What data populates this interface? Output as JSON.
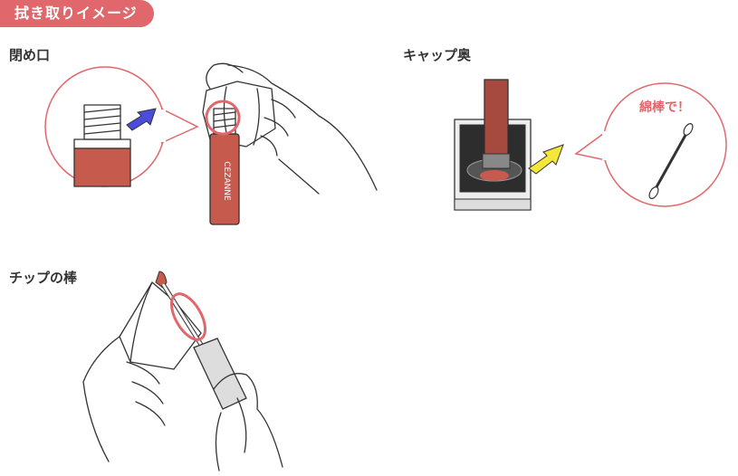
{
  "header": {
    "badge": "拭き取りイメージ"
  },
  "sections": [
    {
      "label": "閉め口"
    },
    {
      "label": "キャップ奥",
      "callout": "綿棒で！"
    },
    {
      "label": "チップの棒"
    }
  ],
  "brand_text": "CEZANNE",
  "colors": {
    "accent": "#e0676b",
    "lip_red": "#c65a4d",
    "blue_arrow": "#4b4bdc",
    "yellow_arrow": "#f5e63a"
  }
}
